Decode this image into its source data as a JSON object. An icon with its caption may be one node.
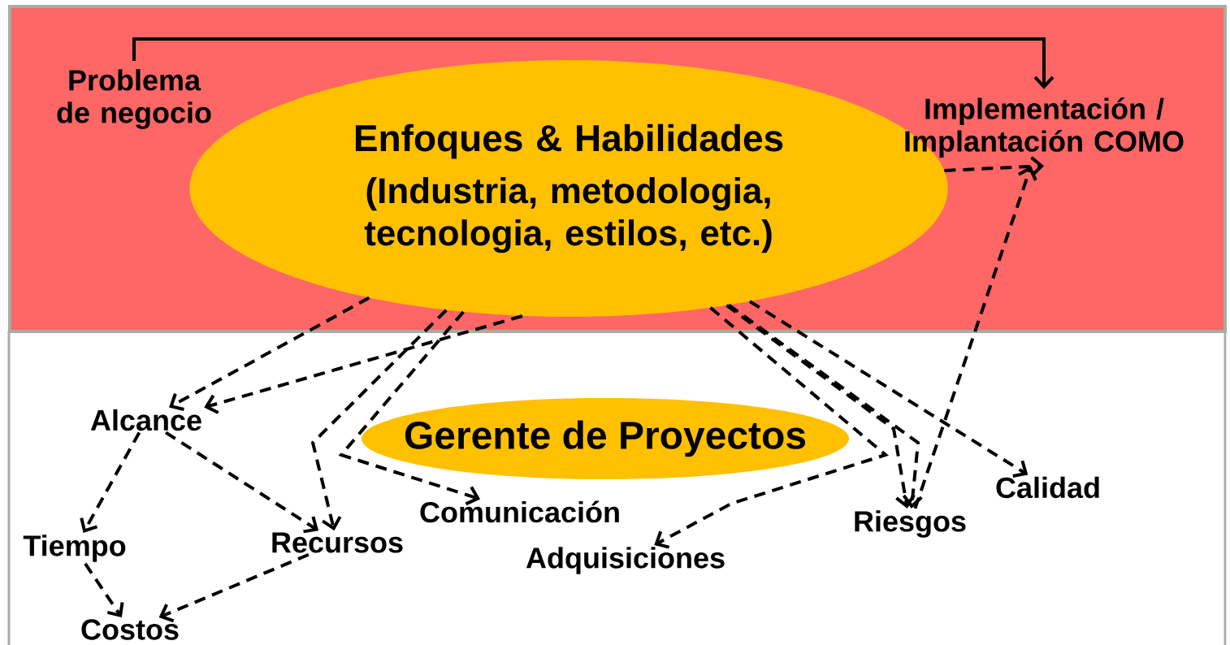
{
  "diagram": {
    "nodes": [
      {
        "text": [
          "Problema de negocio"
        ]
      },
      {
        "text": [
          "Enfoques & Habilidades",
          "(Industria, metodologia, tecnologia, estilos, etc.)"
        ]
      },
      {
        "text": [
          "Implementación / Implantación COMO"
        ]
      },
      {
        "text": [
          "Gerente de Proyectos"
        ]
      },
      {
        "text": [
          "Alcance"
        ]
      },
      {
        "text": [
          "Comunicación"
        ]
      },
      {
        "text": [
          "Riesgos"
        ]
      },
      {
        "text": [
          "Calidad"
        ]
      },
      {
        "text": [
          "Tiempo"
        ]
      },
      {
        "text": [
          "Recursos"
        ]
      },
      {
        "text": [
          "Adquisiciones"
        ]
      },
      {
        "text": [
          "Costos"
        ]
      }
    ],
    "edges": [
      {
        "from": 0,
        "to": 2,
        "arrow": "to"
      },
      {
        "from": 1,
        "to": 4,
        "arrow": "to",
        "style": "dashed"
      },
      {
        "from": 1,
        "to": 4,
        "arrow": "to",
        "style": "dashed"
      },
      {
        "from": 1,
        "to": 9,
        "arrow": "to",
        "style": "dashed"
      },
      {
        "from": 1,
        "to": 5,
        "arrow": "to",
        "style": "dashed"
      },
      {
        "from": 1,
        "to": 6,
        "arrow": "to",
        "style": "dashed"
      },
      {
        "from": 1,
        "to": 10,
        "arrow": "to",
        "style": "dashed"
      },
      {
        "from": 1,
        "to": 6,
        "arrow": "to",
        "style": "dashed"
      },
      {
        "from": 1,
        "to": 7,
        "arrow": "to",
        "style": "dashed"
      },
      {
        "from": 1,
        "to": 2,
        "arrow": "to",
        "style": "dashed"
      },
      {
        "from": 6,
        "to": 2,
        "arrow": "to",
        "style": "dashed"
      },
      {
        "from": 4,
        "to": 8,
        "arrow": "to",
        "style": "dashed"
      },
      {
        "from": 4,
        "to": 9,
        "arrow": "to",
        "style": "dashed"
      },
      {
        "from": 8,
        "to": 11,
        "arrow": "to",
        "style": "dashed"
      },
      {
        "from": 9,
        "to": 11,
        "arrow": "to",
        "style": "dashed"
      }
    ]
  }
}
